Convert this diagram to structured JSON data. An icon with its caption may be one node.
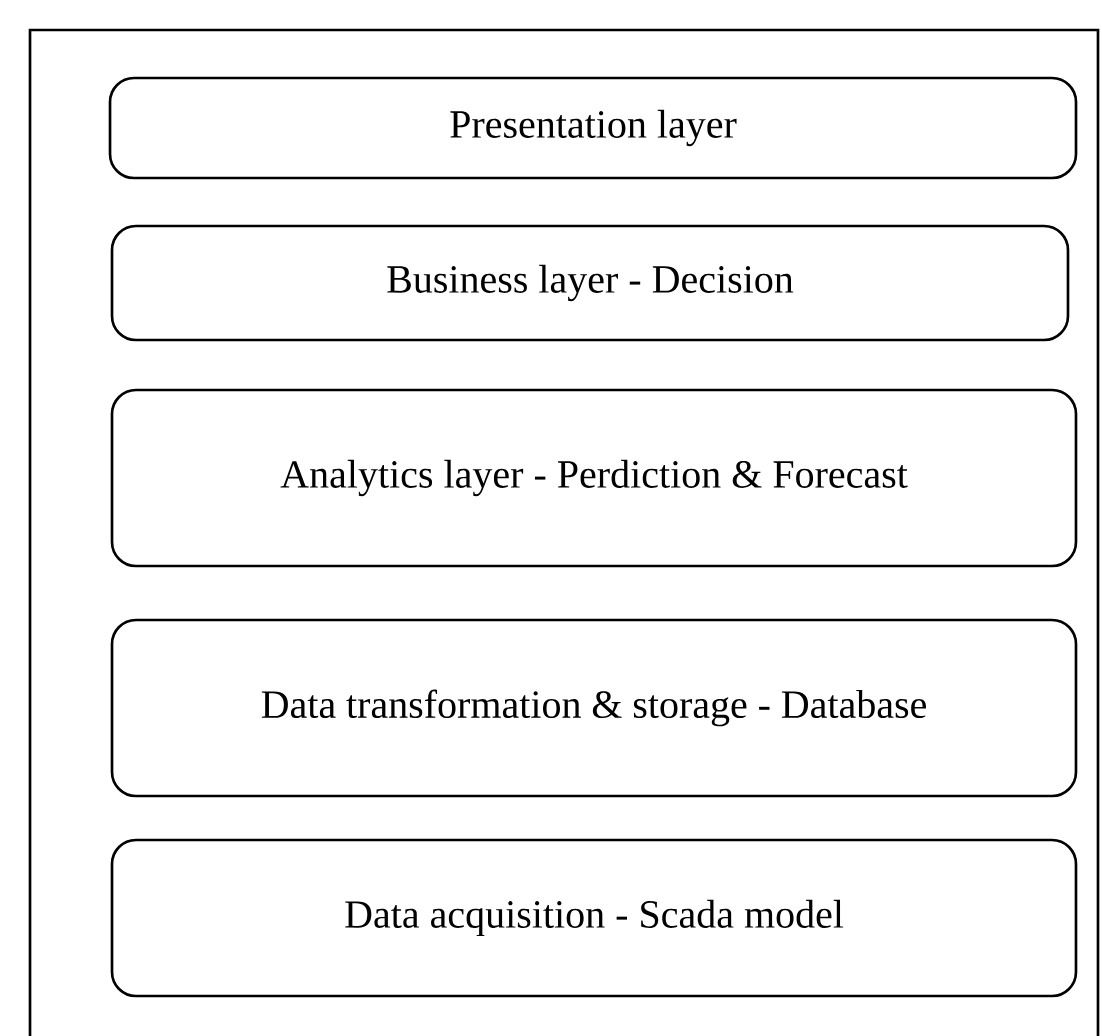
{
  "diagram": {
    "nodes": [
      {
        "text": [
          "Presentation layer"
        ]
      },
      {
        "text": [
          "Business layer - Decision"
        ]
      },
      {
        "text": [
          "Analytics layer - Perdiction & Forecast"
        ]
      },
      {
        "text": [
          "Data transformation & storage - Database"
        ]
      },
      {
        "text": [
          "Data acquisition - Scada model"
        ]
      }
    ]
  }
}
